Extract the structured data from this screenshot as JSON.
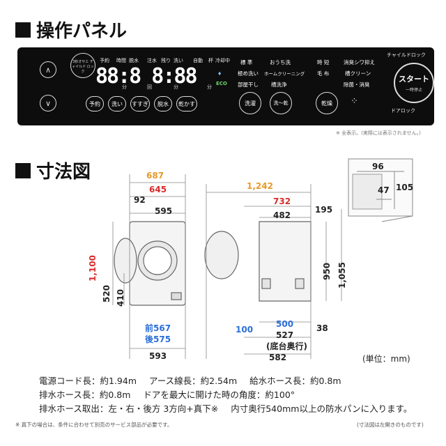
{
  "headings": {
    "panel": "操作パネル",
    "dimension": "寸法図"
  },
  "panel": {
    "lock_button": "3秒オサエ チャイルド ロック",
    "top_labels": [
      "予約",
      "時間",
      "脱水",
      "注水",
      "残り",
      "洗い",
      "自動",
      "杯",
      "冷却中"
    ],
    "display": "88:8 8:88",
    "units": [
      "分",
      "回",
      "分",
      "分"
    ],
    "eco": "ECO",
    "buttons": [
      "予約",
      "洗い",
      "すすぎ",
      "脱水",
      "乾かす"
    ],
    "courses_col1": [
      "標 準",
      "極め洗い",
      "部屋干し"
    ],
    "courses_col2": [
      "おうち洗",
      "ホームクリーニング",
      "槽洗浄"
    ],
    "courses_col3": [
      "時 短",
      "毛 布"
    ],
    "courses_col4": [
      "消臭シワ抑え",
      "槽クリーン",
      "除菌・消臭"
    ],
    "mode_buttons": [
      "洗濯",
      "洗〜乾",
      "乾燥"
    ],
    "child_lock": "チャイルドロック",
    "start_label": "スタート",
    "start_sub": "一時停止",
    "door_lock": "ドアロック"
  },
  "panel_note": "※ 全表示。(実際には表示されません。)",
  "dimensions": {
    "front": {
      "w687": "687",
      "w645": "645",
      "d92": "92",
      "w595": "595",
      "h1100": "1,100",
      "h520": "520",
      "h410": "410",
      "front567": "前567",
      "back575": "後575",
      "w593": "593"
    },
    "side": {
      "w1242": "1,242",
      "w732": "732",
      "w195": "195",
      "w482": "482",
      "h950": "950",
      "h1055": "1,055",
      "d100": "100",
      "w500": "500",
      "w38": "38",
      "w527": "527",
      "base_depth": "(底台奥行)",
      "w582": "582"
    },
    "inset": {
      "w96": "96",
      "w47": "47",
      "h105": "105"
    }
  },
  "unit_label": "(単位：mm)",
  "specs": [
    [
      "電源コード長：約1.94m",
      "アース線長：約2.54m",
      "給水ホース長：約0.8m"
    ],
    [
      "排水ホース長：約0.8m",
      "ドアを最大に開けた時の角度：約100°"
    ],
    [
      "排水ホース取出：左・右・後方 3方向+真下※",
      "内寸奥行540mm以上の防水パンに入ります。"
    ]
  ],
  "footnote_left": "※ 真下の場合は、条件に合わせて別売のサービス部品が必要です。",
  "footnote_right": "(寸法図は左開きのものです)"
}
